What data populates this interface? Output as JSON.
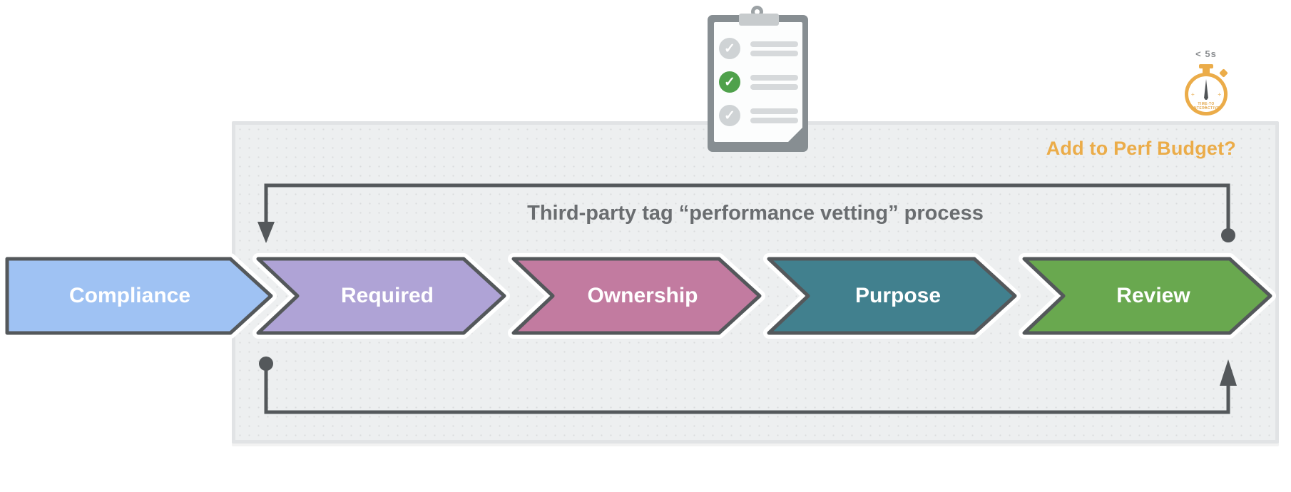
{
  "title": "Third-party tag “performance vetting” process",
  "perf_budget": {
    "label": "Add to Perf Budget?",
    "color": "#EBAC49"
  },
  "stopwatch": {
    "label": "< 5s",
    "dial_line1": "TIME-TO",
    "dial_line2": "INTERACTIVE",
    "ring_color": "#EBAC49",
    "tick_glyph": "+"
  },
  "stages": [
    {
      "label": "Compliance",
      "color": "#9FC2F3"
    },
    {
      "label": "Required",
      "color": "#AFA3D6"
    },
    {
      "label": "Ownership",
      "color": "#C27BA0"
    },
    {
      "label": "Purpose",
      "color": "#41808E"
    },
    {
      "label": "Review",
      "color": "#69A84F"
    }
  ],
  "clipboard": {
    "check_glyph": "✓",
    "items": [
      {
        "state": "checked-gray"
      },
      {
        "state": "checked-green"
      },
      {
        "state": "checked-gray"
      }
    ]
  },
  "flow": {
    "line_color": "#54585B"
  }
}
